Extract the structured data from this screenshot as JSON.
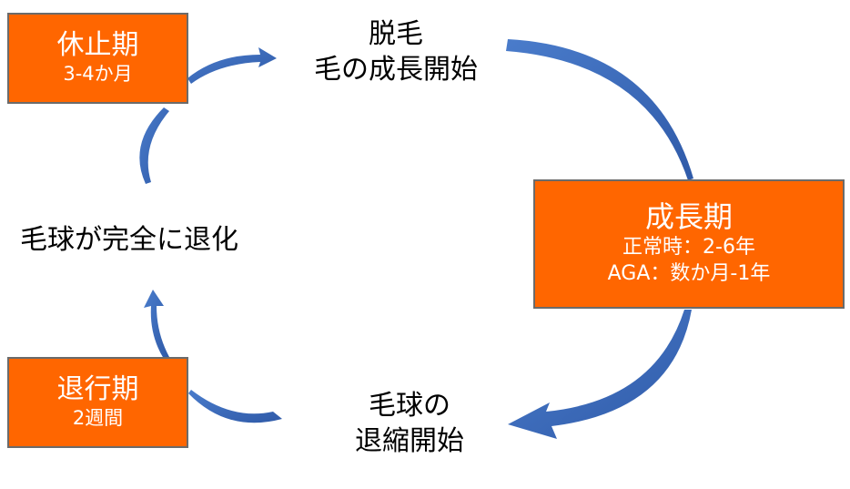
{
  "diagram": {
    "phases": {
      "rest": {
        "title": "休止期",
        "duration": "3-4か月"
      },
      "growth": {
        "title": "成長期",
        "line1": "正常時：2-6年",
        "line2": "AGA：数か月-1年"
      },
      "regression": {
        "title": "退行期",
        "duration": "2週間"
      }
    },
    "captions": {
      "top": {
        "line1": "脱毛",
        "line2": "毛の成長開始"
      },
      "left": "毛球が完全に退化",
      "bottom": {
        "line1": "毛球の",
        "line2": "退縮開始"
      }
    },
    "colors": {
      "box_fill": "#ff6600",
      "box_border": "#6b6b6b",
      "box_text": "#ffffff",
      "arrow": "#3a64b4"
    }
  }
}
